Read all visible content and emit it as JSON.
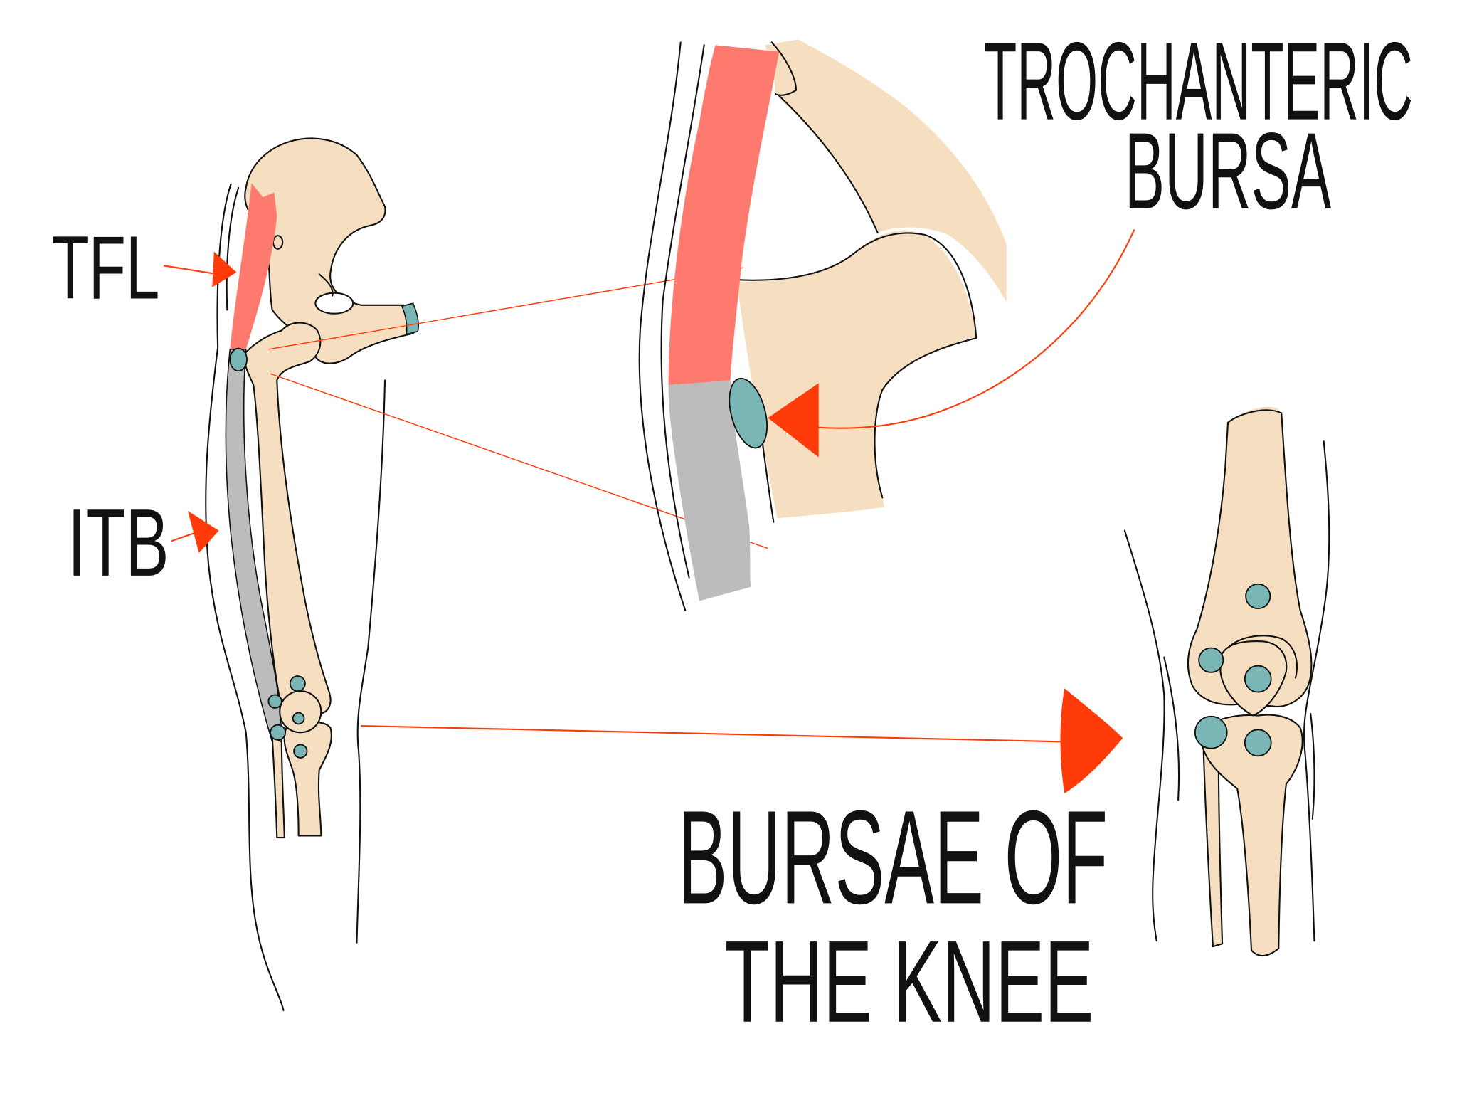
{
  "labels": {
    "trochanteric_line1": "TROCHANTERIC",
    "trochanteric_line2": "BURSA",
    "tfl": "TFL",
    "itb": "ITB",
    "knee_line1": "BURSAE OF",
    "knee_line2": "THE KNEE"
  },
  "colors": {
    "bone": "#F5DFC0",
    "muscle": "#FF7A6E",
    "itb": "#BCBCBC",
    "bursa": "#7BB6B6",
    "arrow": "#FF3B0A",
    "outline": "#111111"
  }
}
